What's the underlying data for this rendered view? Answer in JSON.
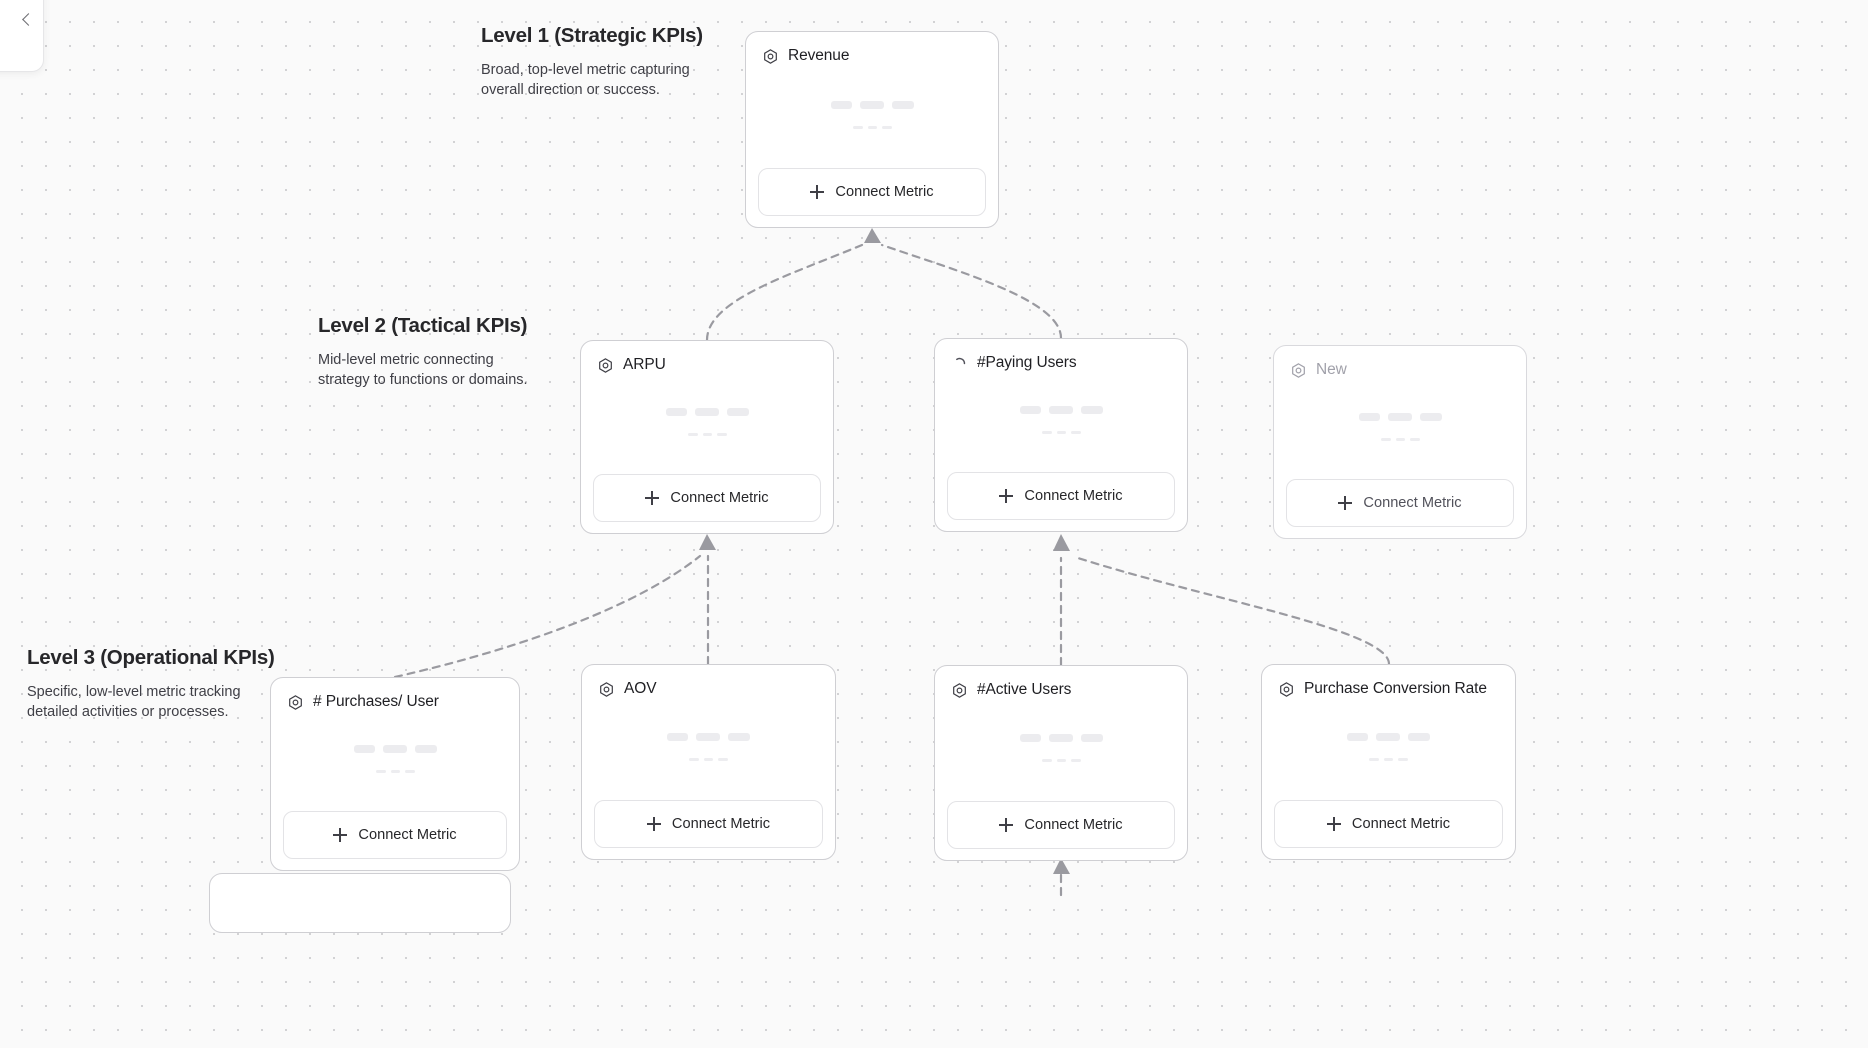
{
  "canvas": {
    "background_color": "#fafafa",
    "grid_dot_color": "#d2d2d4",
    "connector_color": "#9a9aa0"
  },
  "levels": [
    {
      "id": "level-1",
      "title": "Level 1 (Strategic KPIs)",
      "description": "Broad, top-level metric capturing overall direction or success."
    },
    {
      "id": "level-2",
      "title": "Level 2 (Tactical KPIs)",
      "description": "Mid-level metric connecting strategy to functions or domains."
    },
    {
      "id": "level-3",
      "title": "Level 3 (Operational KPIs)",
      "description": "Specific, low-level metric tracking detailed activities or processes."
    }
  ],
  "buttons": {
    "connect_metric_label": "Connect Metric",
    "plus_icon": "plus-icon"
  },
  "cards": {
    "revenue": {
      "title": "Revenue",
      "icon": "hexagon-metric-icon",
      "level": "level-1",
      "state": "active"
    },
    "arpu": {
      "title": "ARPU",
      "icon": "hexagon-metric-icon",
      "level": "level-2",
      "state": "active"
    },
    "paying": {
      "title": "#Paying Users",
      "icon": "spinner-loading-icon",
      "level": "level-2",
      "state": "loading"
    },
    "new": {
      "title": "New",
      "icon": "hexagon-metric-icon",
      "level": "level-2",
      "state": "placeholder"
    },
    "purchases": {
      "title": "# Purchases/ User",
      "icon": "hexagon-metric-icon",
      "level": "level-3",
      "state": "active"
    },
    "aov": {
      "title": "AOV",
      "icon": "hexagon-metric-icon",
      "level": "level-3",
      "state": "active"
    },
    "active": {
      "title": "#Active Users",
      "icon": "hexagon-metric-icon",
      "level": "level-3",
      "state": "active"
    },
    "pcr": {
      "title": "Purchase Conversion Rate",
      "icon": "hexagon-metric-icon",
      "level": "level-3",
      "state": "active"
    }
  },
  "corner_panel": {
    "icon": "chevron-left-icon"
  }
}
